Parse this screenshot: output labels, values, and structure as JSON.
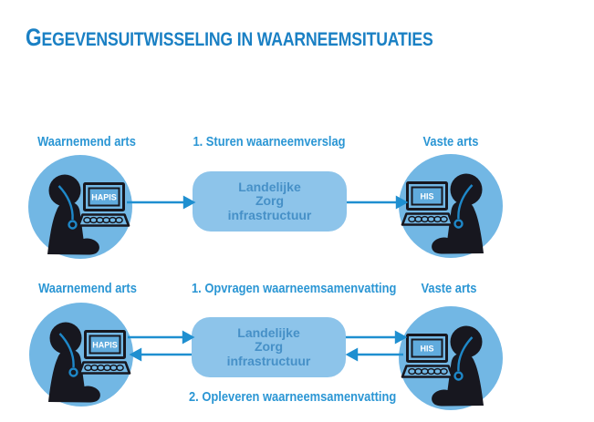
{
  "title": "GEGEVENSUITWISSELING IN WAARNEEMSITUATIES",
  "colors": {
    "title_blue": "#1a80c4",
    "label_blue": "#2b96d4",
    "circle_fill": "#72b7e4",
    "hub_fill": "#8dc4ea",
    "hub_text": "#4690c7",
    "arrow_blue": "#1f8fd0",
    "silhouette": "#17171f",
    "screen_fill": "#60abdd",
    "screen_text": "#ffffff"
  },
  "row1": {
    "actor_left": "Waarnemend arts",
    "actor_right": "Vaste arts",
    "flow_label": "1. Sturen waarneemverslag",
    "system_left": "HAPIS",
    "system_right": "HIS",
    "hub_lines": [
      "Landelijke",
      "Zorg",
      "infrastructuur"
    ]
  },
  "row2": {
    "actor_left": "Waarnemend arts",
    "actor_right": "Vaste arts",
    "flow_request": "1. Opvragen waarneemsamenvatting",
    "flow_response": "2. Opleveren waarneemsamenvatting",
    "system_left": "HAPIS",
    "system_right": "HIS",
    "hub_lines": [
      "Landelijke",
      "Zorg",
      "infrastructuur"
    ]
  }
}
